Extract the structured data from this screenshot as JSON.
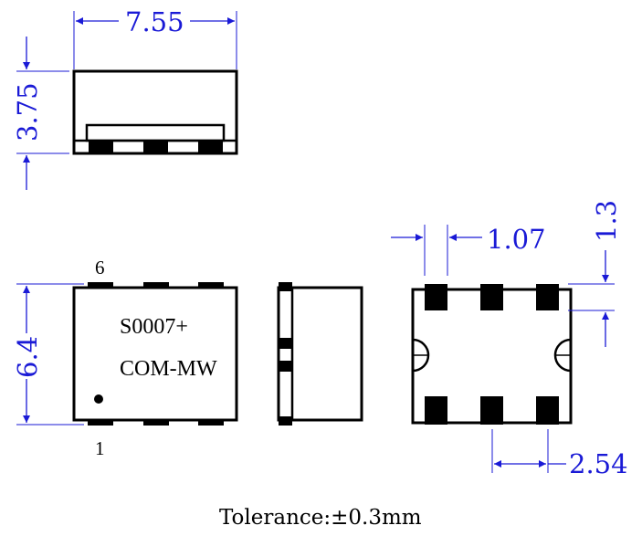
{
  "dimensions": {
    "top_width": "7.55",
    "top_height": "3.75",
    "height_bottom": "6.4",
    "pad_width": "1.07",
    "pad_length": "1.3",
    "pitch": "2.54"
  },
  "marking": {
    "line1": "S0007+",
    "line2": "COM-MW"
  },
  "pins": {
    "pin_top": "6",
    "pin_bottom": "1"
  },
  "tolerance": "Tolerance:±0.3mm",
  "colors": {
    "dimension": "#1a1ad6",
    "outline": "#000000"
  }
}
